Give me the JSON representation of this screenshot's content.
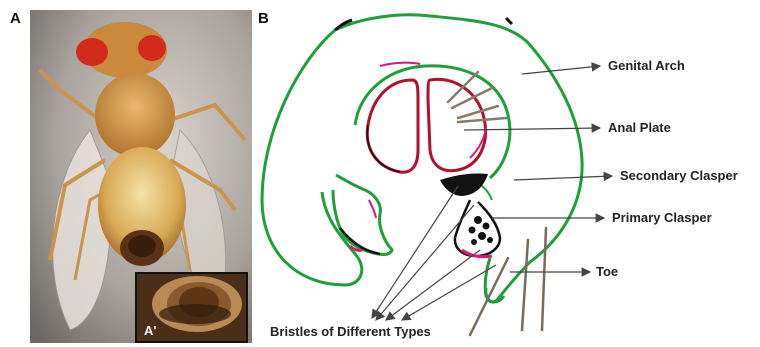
{
  "panels": {
    "a_label": "A",
    "a_inset_label": "A'",
    "b_label": "B"
  },
  "annotations": {
    "genital_arch": "Genital Arch",
    "anal_plate": "Anal Plate",
    "secondary_clasper": "Secondary Clasper",
    "primary_clasper": "Primary Clasper",
    "toe": "Toe",
    "bristles": "Bristles of Different Types"
  },
  "colors": {
    "outline_green": "#1f9e3a",
    "anal_plate_red": "#b0122e",
    "magenta_accent": "#d8197a",
    "arrow_gray": "#444444",
    "bristle_brown": "#7a6a5a"
  }
}
